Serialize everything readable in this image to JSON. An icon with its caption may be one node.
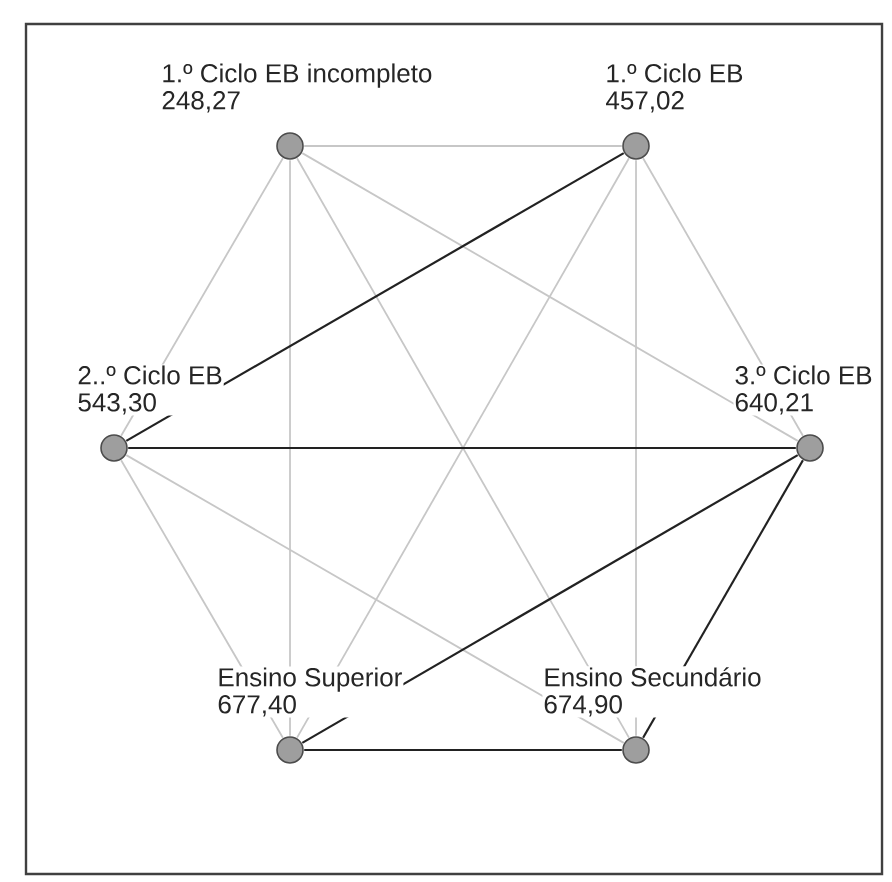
{
  "diagram": {
    "nodes": [
      {
        "text": [
          "1.º Ciclo EB incompleto",
          "248,27"
        ]
      },
      {
        "text": [
          "1.º Ciclo EB",
          "457,02"
        ]
      },
      {
        "text": [
          "2..º Ciclo EB",
          "543,30"
        ]
      },
      {
        "text": [
          "3.º Ciclo EB",
          "640,21"
        ]
      },
      {
        "text": [
          "Ensino Superior",
          "677,40"
        ]
      },
      {
        "text": [
          "Ensino Secundário",
          "674,90"
        ]
      }
    ],
    "edges": [
      {
        "from": 0,
        "to": 1,
        "arrow": "none"
      },
      {
        "from": 0,
        "to": 2,
        "arrow": "none"
      },
      {
        "from": 0,
        "to": 3,
        "arrow": "none"
      },
      {
        "from": 0,
        "to": 4,
        "arrow": "none"
      },
      {
        "from": 0,
        "to": 5,
        "arrow": "none"
      },
      {
        "from": 1,
        "to": 2,
        "arrow": "none",
        "color": "#222222"
      },
      {
        "from": 1,
        "to": 3,
        "arrow": "none"
      },
      {
        "from": 1,
        "to": 4,
        "arrow": "none"
      },
      {
        "from": 1,
        "to": 5,
        "arrow": "none"
      },
      {
        "from": 2,
        "to": 3,
        "arrow": "none",
        "color": "#222222"
      },
      {
        "from": 2,
        "to": 4,
        "arrow": "none"
      },
      {
        "from": 2,
        "to": 5,
        "arrow": "none"
      },
      {
        "from": 3,
        "to": 4,
        "arrow": "none",
        "color": "#222222"
      },
      {
        "from": 3,
        "to": 5,
        "arrow": "none",
        "color": "#222222"
      },
      {
        "from": 4,
        "to": 5,
        "arrow": "none",
        "color": "#222222"
      }
    ]
  }
}
